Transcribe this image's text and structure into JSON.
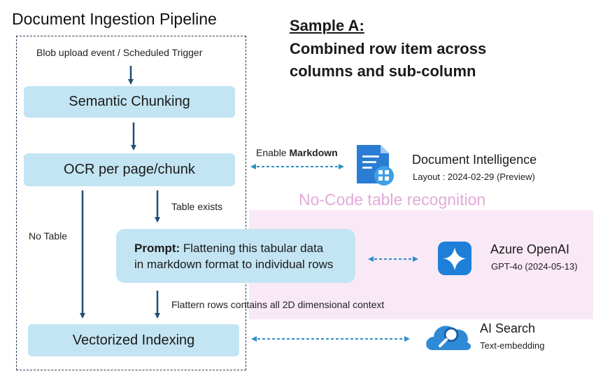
{
  "pipeline": {
    "title": "Document Ingestion Pipeline",
    "trigger": "Blob upload event / Scheduled Trigger",
    "steps": {
      "chunking": "Semantic Chunking",
      "ocr": "OCR per page/chunk",
      "indexing": "Vectorized Indexing"
    },
    "branches": {
      "table_exists": "Table exists",
      "no_table": "No Table",
      "flatten_rows": "Flattern rows contains all 2D dimensional context"
    },
    "prompt": {
      "label": "Prompt:",
      "line1": " Flattening this tabular data",
      "line2": "in markdown format to individual rows"
    }
  },
  "sample": {
    "title": "Sample A:",
    "line1": "Combined row item across",
    "line2": "columns and sub-column"
  },
  "no_code_label": "No-Code table recognition",
  "connections": {
    "enable_prefix": "Enable ",
    "enable_bold": "Markdown"
  },
  "services": {
    "document_intelligence": {
      "name": "Document Intelligence",
      "detail": "Layout : 2024-02-29 (Preview)",
      "icon": "document-intelligence-icon"
    },
    "azure_openai": {
      "name": "Azure OpenAI",
      "detail": "GPT-4o (2024-05-13)",
      "icon": "azure-openai-icon"
    },
    "ai_search": {
      "name": "AI Search",
      "detail": "Text-embedding",
      "icon": "ai-search-icon"
    }
  },
  "colors": {
    "step_fill": "#c3e4f3",
    "arrow": "#1f4e79",
    "dashed_link": "#2f8fc7",
    "highlight_band": "#f9e9f6",
    "no_code_text": "#e3a9d9"
  }
}
